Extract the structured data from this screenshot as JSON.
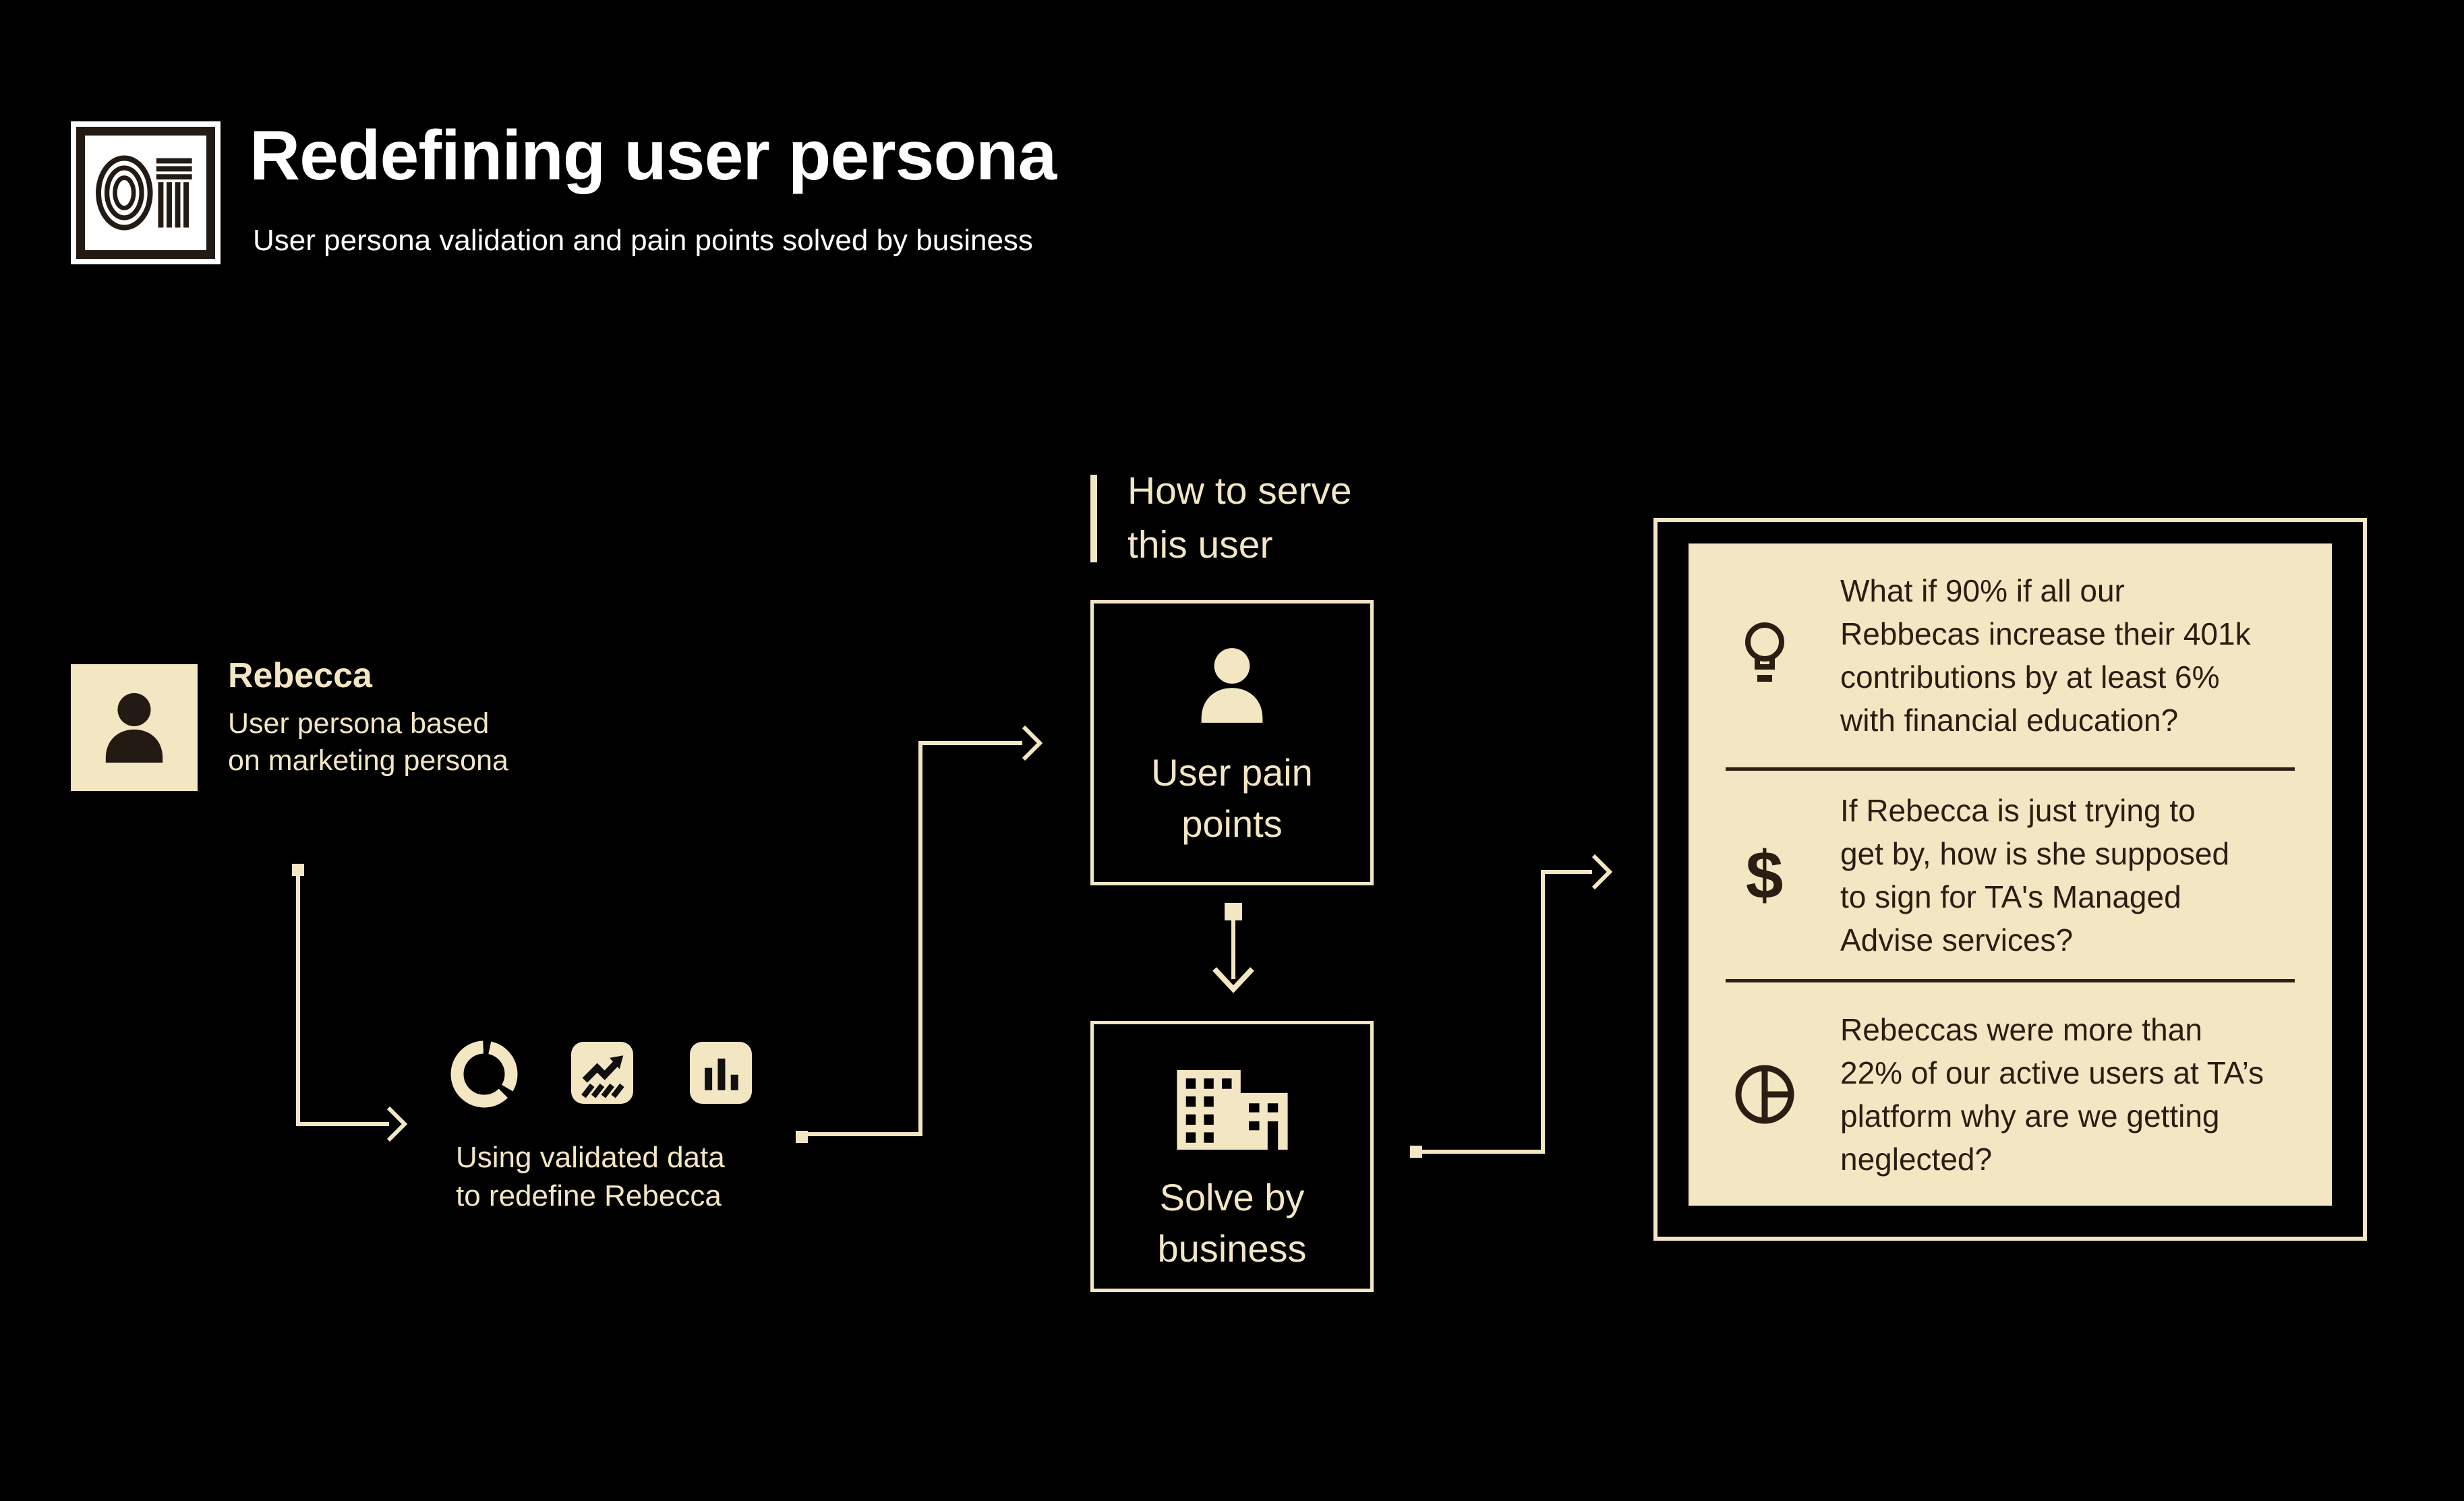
{
  "header": {
    "badge": "01",
    "title": "Redefining user persona",
    "subtitle": "User persona validation and pain points solved by business"
  },
  "persona": {
    "name": "Rebecca",
    "description": "User persona based\non marketing persona",
    "icon": "person-icon"
  },
  "validated_data": {
    "label": "Using validated data\nto redefine Rebecca",
    "icons": [
      "donut-chart-icon",
      "trend-chart-icon",
      "bar-chart-icon"
    ]
  },
  "serve_heading": {
    "label": "How to serve\nthis user"
  },
  "flow": {
    "pain_box": {
      "label": "User pain\npoints",
      "icon": "person-icon"
    },
    "business_box": {
      "label": "Solve by\nbusiness",
      "icon": "building-icon"
    }
  },
  "insights": {
    "items": [
      {
        "icon": "lightbulb-icon",
        "text": "What if 90% if all our\nRebbecas increase their 401k\ncontributions by at least 6%\nwith financial education?"
      },
      {
        "icon": "dollar-icon",
        "glyph": "$",
        "text": "If Rebecca is  just trying to\nget by, how is she supposed\nto sign for TA's Managed\nAdvise services?"
      },
      {
        "icon": "pie-chart-icon",
        "text": "Rebeccas were more than\n22% of our active users at TA’s\nplatform why are we getting\nneglected?"
      }
    ]
  },
  "colors": {
    "background": "#000000",
    "cream": "#F3E6C2",
    "dark_text": "#2A1D12",
    "badge_glyph": "#241A14",
    "white": "#FFFFFF"
  }
}
